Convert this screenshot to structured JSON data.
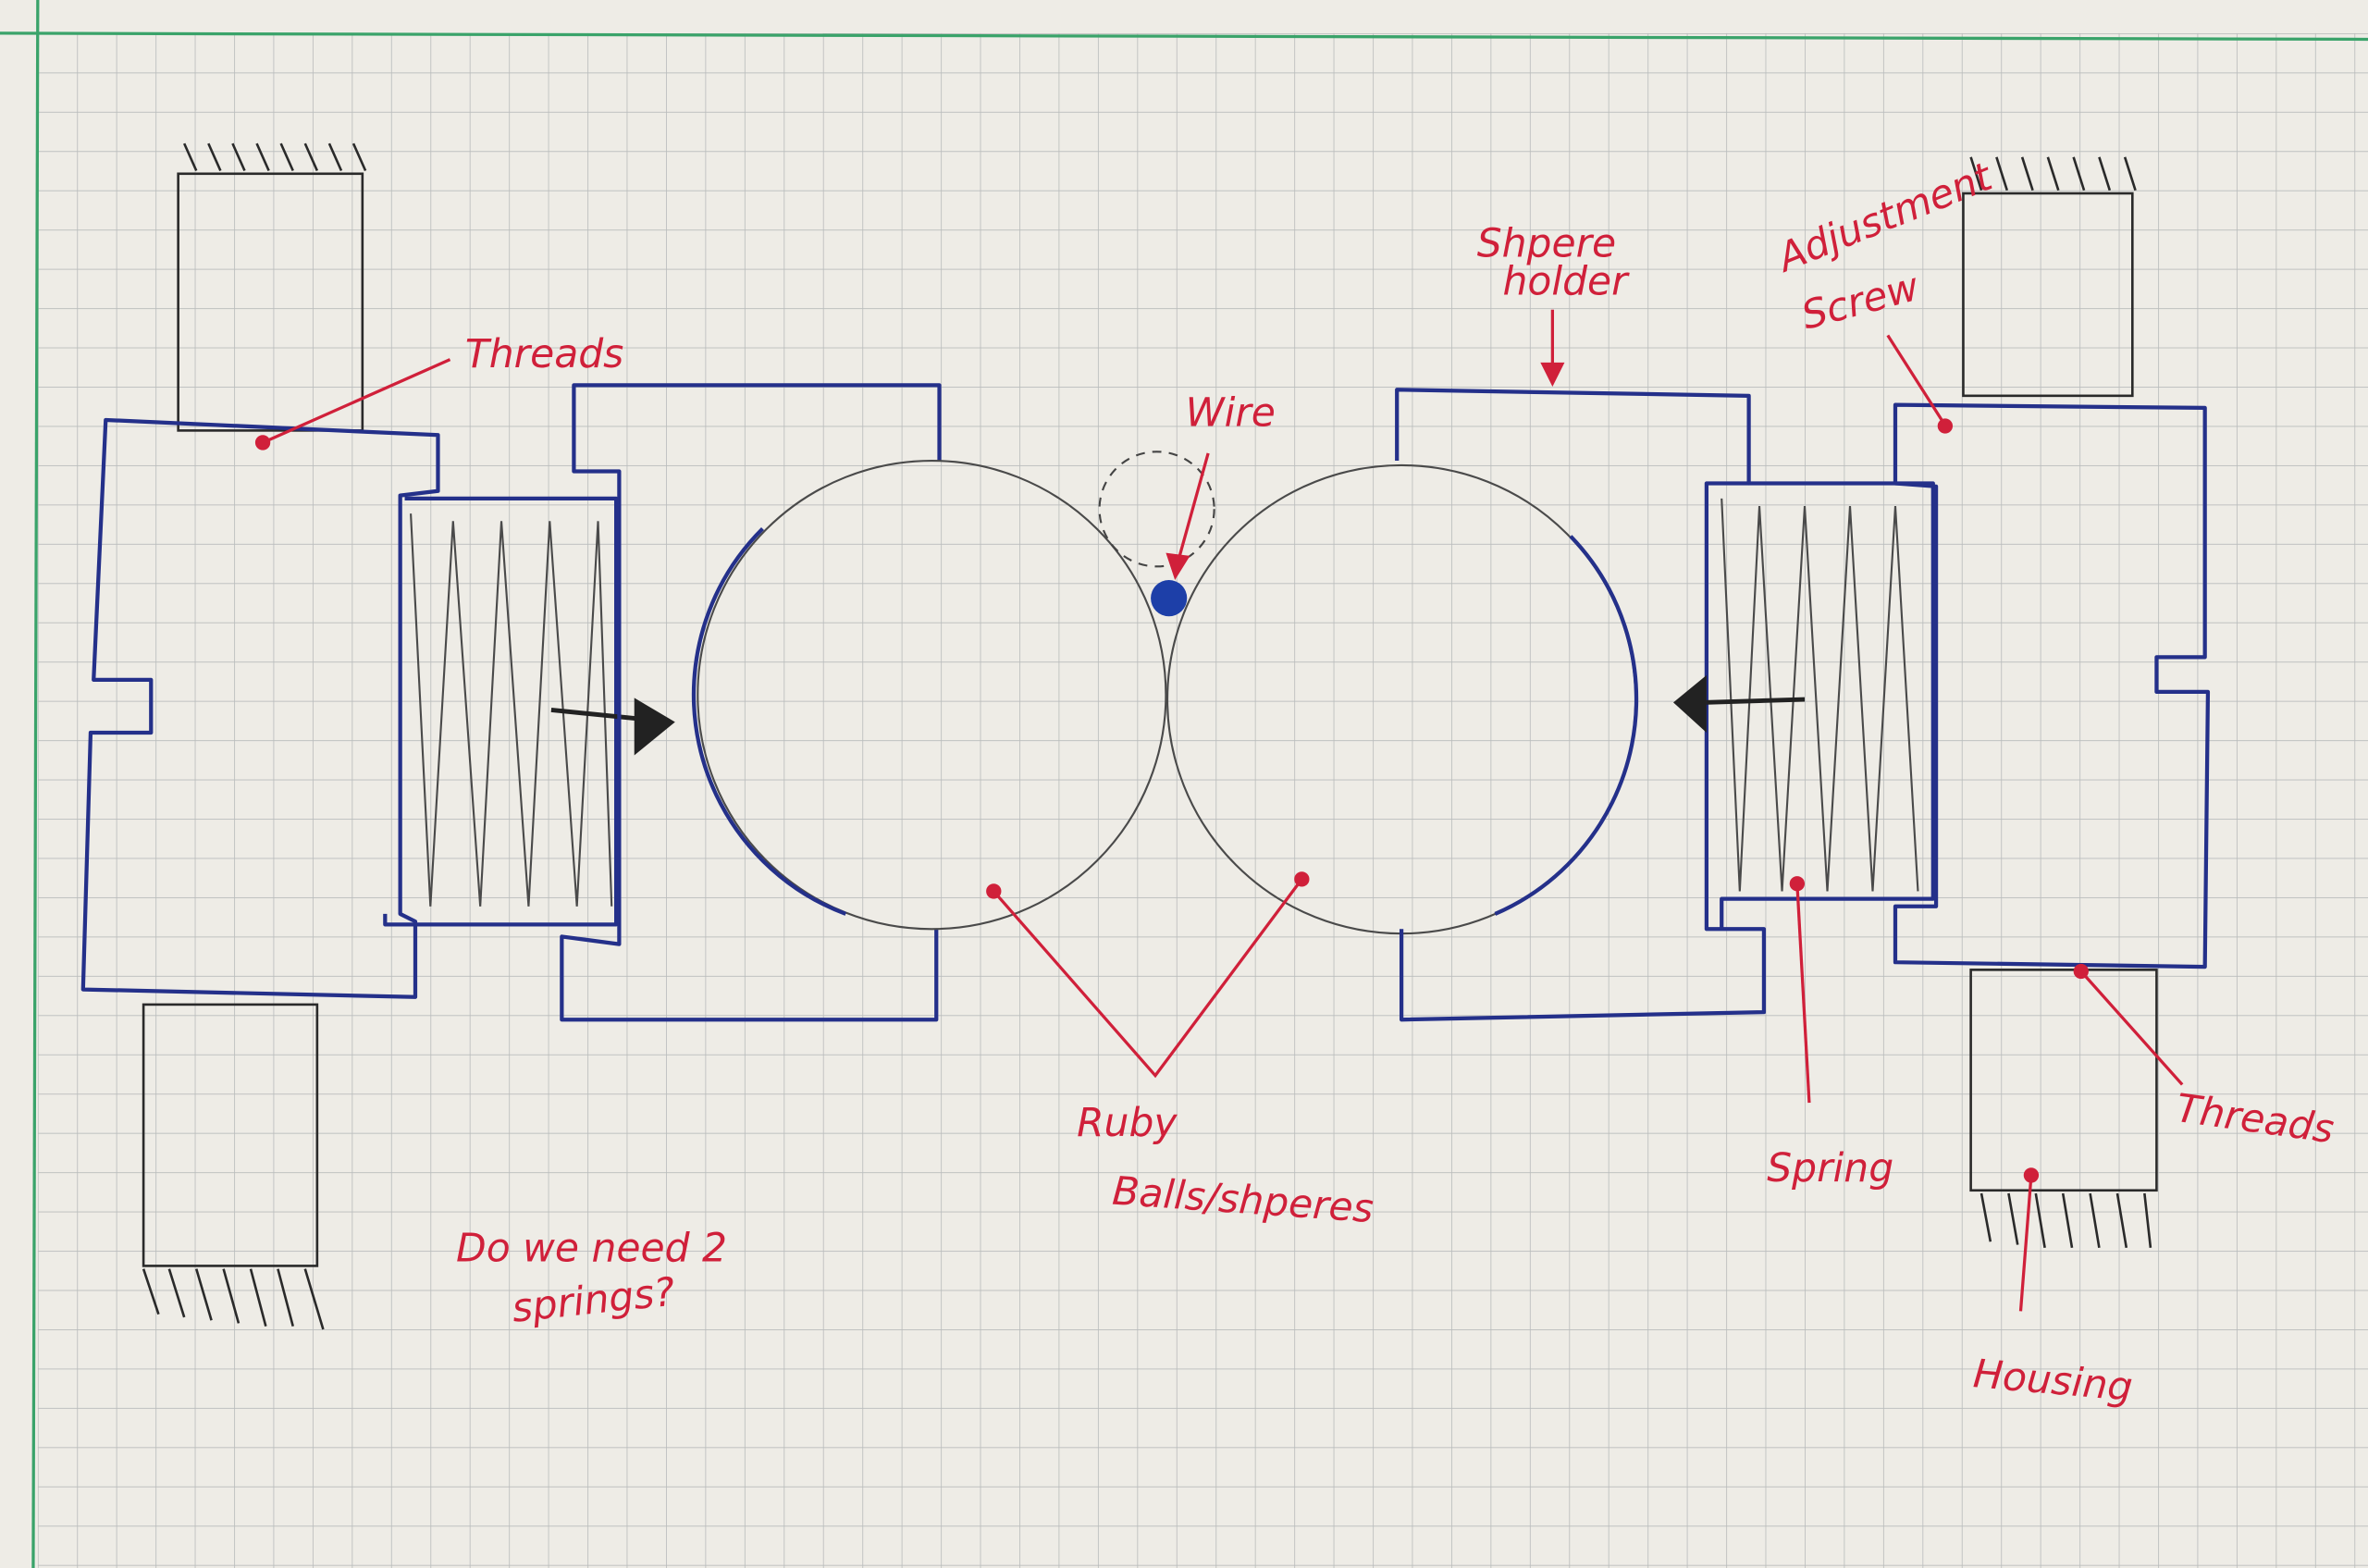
{
  "labels": {
    "threads_left": "Threads",
    "sphere_holder_line1": "Shpere",
    "sphere_holder_line2": "holder",
    "adjust_line1": "Adjustment",
    "adjust_line2": "Screw",
    "wire": "Wire",
    "ruby_line1": "Ruby",
    "ruby_line2": "Balls/shperes",
    "spring": "Spring",
    "threads_right": "Threads",
    "housing": "Housing",
    "question_line1": "Do we need 2",
    "question_line2": "springs?"
  },
  "colors": {
    "paper": "#eeece6",
    "grid": "#b9bcbc",
    "blue_ink": "#24308a",
    "red_ink": "#d0203a",
    "wire_dot": "#1d3fa8"
  }
}
